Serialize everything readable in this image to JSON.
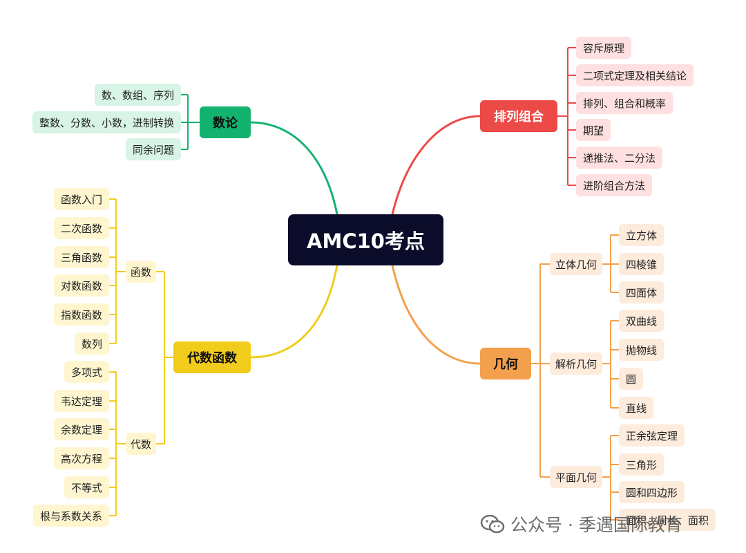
{
  "root": "AMC10考点",
  "branches": {
    "number_theory": {
      "label": "数论",
      "items": [
        "数、数组、序列",
        "整数、分数、小数，进制转换",
        "同余问题"
      ]
    },
    "combinatorics": {
      "label": "排列组合",
      "items": [
        "容斥原理",
        "二项式定理及相关结论",
        "排列、组合和概率",
        "期望",
        "递推法、二分法",
        "进阶组合方法"
      ]
    },
    "algebra_functions": {
      "label": "代数函数",
      "functions": {
        "label": "函数",
        "items": [
          "函数入门",
          "二次函数",
          "三角函数",
          "对数函数",
          "指数函数",
          "数列"
        ]
      },
      "algebra": {
        "label": "代数",
        "items": [
          "多项式",
          "韦达定理",
          "余数定理",
          "高次方程",
          "不等式",
          "根与系数关系"
        ]
      }
    },
    "geometry": {
      "label": "几何",
      "solid": {
        "label": "立体几何",
        "items": [
          "立方体",
          "四棱锥",
          "四面体"
        ]
      },
      "analytic": {
        "label": "解析几何",
        "items": [
          "双曲线",
          "抛物线",
          "圆",
          "直线"
        ]
      },
      "plane": {
        "label": "平面几何",
        "items": [
          "正余弦定理",
          "三角形",
          "圆和四边形",
          "面积、周长、面积"
        ]
      }
    }
  },
  "colors": {
    "root": "#0b0b2a",
    "number_theory": "#13b26f",
    "combinatorics": "#ec4a47",
    "algebra_functions": "#f2cc1b",
    "geometry": "#f3a04d"
  },
  "watermark": {
    "icon": "wechat-icon",
    "text": "公众号 · 季遇国际教育"
  }
}
